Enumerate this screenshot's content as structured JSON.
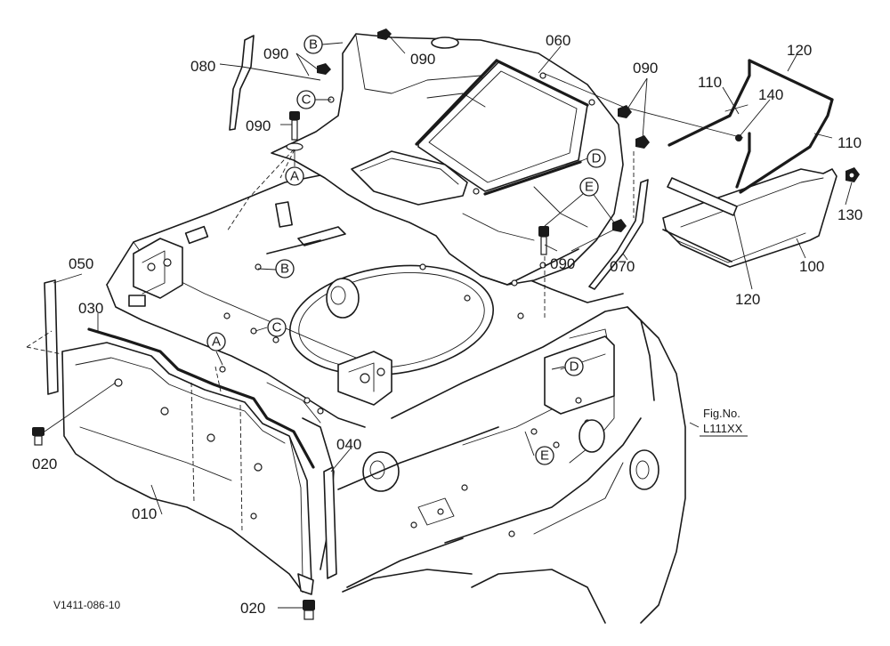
{
  "parts": {
    "p010": "010",
    "p020_left": "020",
    "p020_bottom": "020",
    "p030": "030",
    "p040": "040",
    "p050": "050",
    "p060": "060",
    "p070": "070",
    "p080": "080",
    "p090_a": "090",
    "p090_b": "090",
    "p090_c": "090",
    "p090_d": "090",
    "p090_e": "090",
    "p100": "100",
    "p110_left": "110",
    "p110_right": "110",
    "p120_top": "120",
    "p120_bottom": "120",
    "p130": "130",
    "p140": "140"
  },
  "callouts": {
    "a_upper": "A",
    "a_lower": "A",
    "b_upper": "B",
    "b_lower": "B",
    "c_upper": "C",
    "c_lower": "C",
    "d_upper": "D",
    "d_lower": "D",
    "e_upper": "E",
    "e_lower": "E"
  },
  "figure_ref": {
    "line1": "Fig.No.",
    "line2": "L111XX"
  },
  "drawing_code": "V1411-086-10"
}
